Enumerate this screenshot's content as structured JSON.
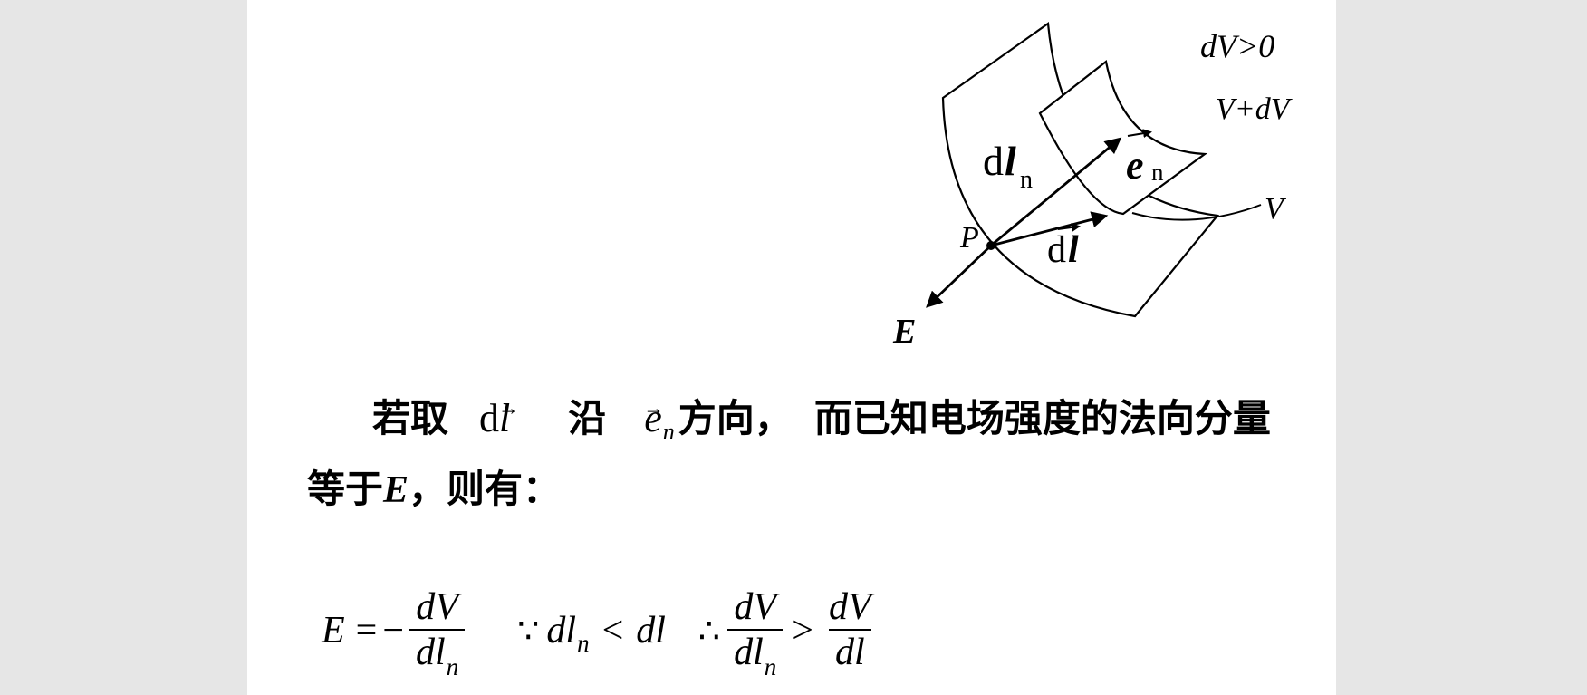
{
  "slide": {
    "background": "#ffffff",
    "margin_color": "#e6e6e6"
  },
  "diagram": {
    "labels": {
      "dv_positive": "dV>0",
      "v_plus_dv": "V+dV",
      "v": "V",
      "point": "P",
      "field": "E",
      "dl_n": {
        "d": "d",
        "l": "l",
        "sub": "n"
      },
      "e_n": {
        "e": "e",
        "sub": "n"
      },
      "dl": {
        "d": "d",
        "l": "l"
      }
    }
  },
  "paragraph": {
    "line1": {
      "t1": "若取",
      "vec_dl": {
        "d": "d",
        "l": "l"
      },
      "t2": "沿",
      "vec_en": {
        "e": "e",
        "sub": "n"
      },
      "t3": "方向，",
      "t4": "而已知电场强度的法向分量"
    },
    "line2": {
      "t1": "等于",
      "e": "E",
      "t2": "，则有："
    }
  },
  "formula": {
    "lhs": "E",
    "equals": "=",
    "minus": "−",
    "frac1": {
      "num": "dV",
      "den": "dl",
      "den_sub": "n"
    },
    "because": "∵",
    "ineq": {
      "lhs": "dl",
      "lhs_sub": "n",
      "op": "<",
      "rhs": "dl"
    },
    "therefore": "∴",
    "frac2": {
      "num": "dV",
      "den": "dl",
      "den_sub": "n"
    },
    "gt": ">",
    "frac3": {
      "num": "dV",
      "den": "dl"
    }
  },
  "icons": {
    "vector_arrow": "→"
  }
}
